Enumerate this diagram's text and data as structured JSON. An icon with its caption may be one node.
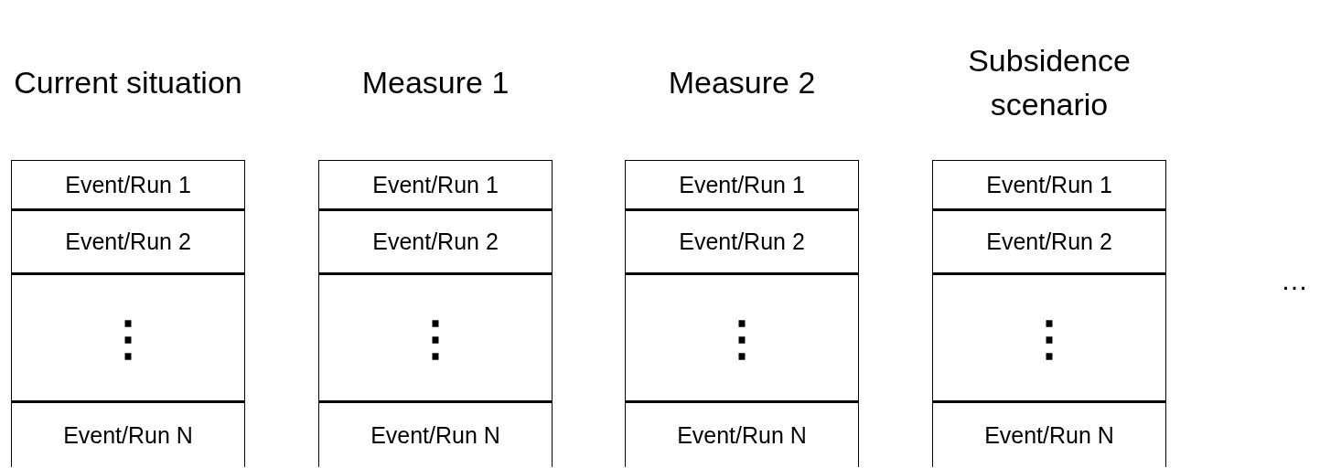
{
  "diagram": {
    "nodes": [
      {
        "text": [
          "Current situation"
        ]
      },
      {
        "text": [
          "Event/Run 1"
        ],
        "in": 0
      },
      {
        "text": [
          "Event/Run 2"
        ],
        "in": 0
      },
      {
        "text": [
          "⋮"
        ],
        "in": 0
      },
      {
        "text": [
          "Event/Run N"
        ],
        "in": 0
      },
      {
        "text": [
          "Measure 1"
        ]
      },
      {
        "text": [
          "Event/Run 1"
        ],
        "in": 5
      },
      {
        "text": [
          "Event/Run 2"
        ],
        "in": 5
      },
      {
        "text": [
          "⋮"
        ],
        "in": 5
      },
      {
        "text": [
          "Event/Run N"
        ],
        "in": 5
      },
      {
        "text": [
          "Measure 2"
        ]
      },
      {
        "text": [
          "Event/Run 1"
        ],
        "in": 10
      },
      {
        "text": [
          "Event/Run 2"
        ],
        "in": 10
      },
      {
        "text": [
          "⋮"
        ],
        "in": 10
      },
      {
        "text": [
          "Event/Run N"
        ],
        "in": 10
      },
      {
        "text": [
          "Subsidence scenario"
        ]
      },
      {
        "text": [
          "Event/Run 1"
        ],
        "in": 15
      },
      {
        "text": [
          "Event/Run 2"
        ],
        "in": 15
      },
      {
        "text": [
          "⋮"
        ],
        "in": 15
      },
      {
        "text": [
          "Event/Run N"
        ],
        "in": 15
      }
    ],
    "edges": [],
    "labels": [
      "…"
    ]
  }
}
